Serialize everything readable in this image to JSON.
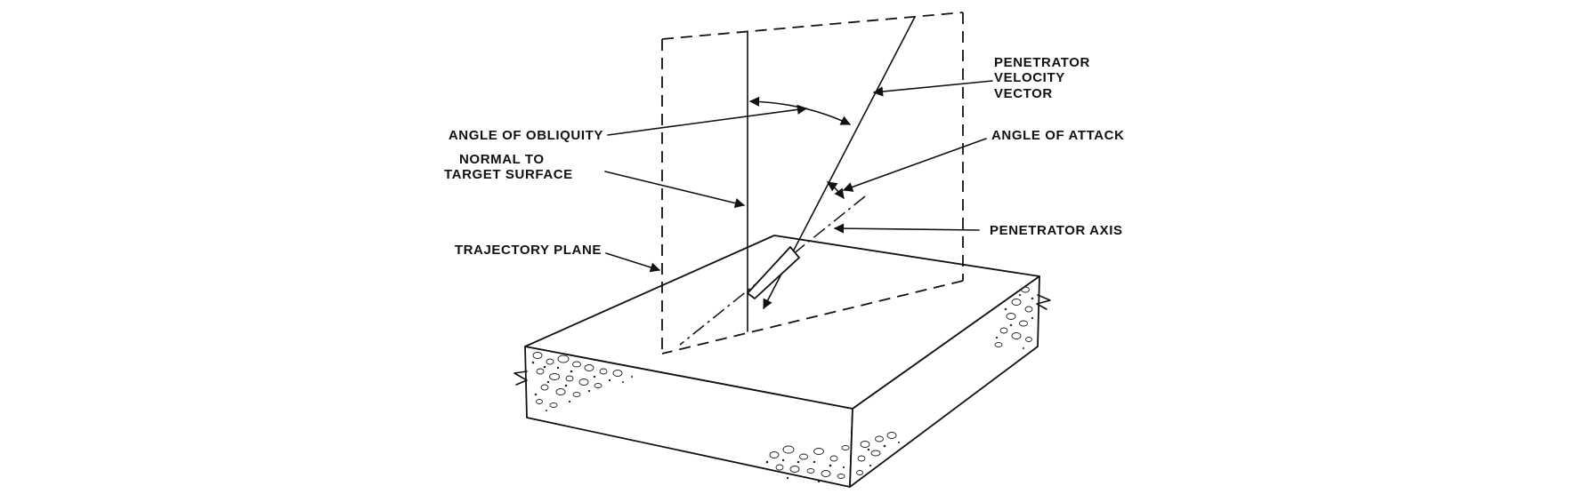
{
  "labels": {
    "angle_of_obliquity": "ANGLE OF OBLIQUITY",
    "normal_line1": "NORMAL TO",
    "normal_line2": "TARGET SURFACE",
    "trajectory_plane": "TRAJECTORY PLANE",
    "velocity_line1": "PENETRATOR",
    "velocity_line2": "VELOCITY",
    "velocity_line3": "VECTOR",
    "angle_of_attack": "ANGLE OF ATTACK",
    "penetrator_axis": "PENETRATOR AXIS"
  }
}
